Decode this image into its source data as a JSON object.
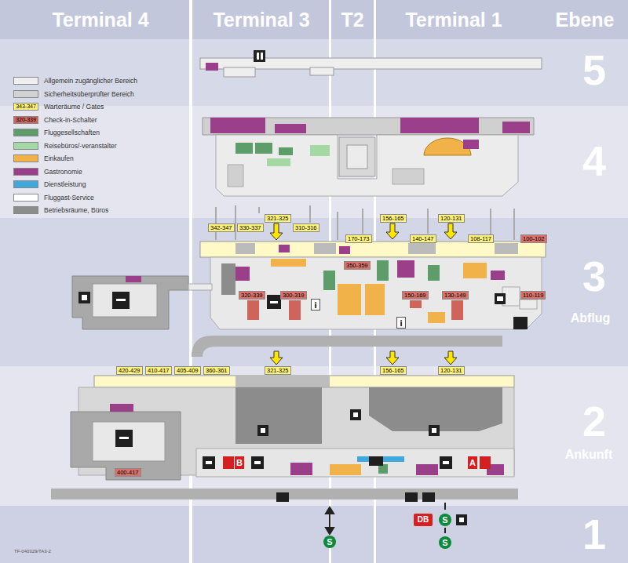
{
  "diagram": {
    "nodes": [
      {
        "text": [
          "5"
        ]
      },
      {
        "text": [
          "4"
        ]
      },
      {
        "text": [
          "3",
          "Abflug"
        ]
      },
      {
        "text": [
          "2",
          "Ankunft"
        ]
      },
      {
        "text": [
          "1"
        ]
      },
      {
        "text": [
          "342-347"
        ],
        "in": 2
      },
      {
        "text": [
          "330-337"
        ],
        "in": 2
      },
      {
        "text": [
          "321-325"
        ],
        "in": 2
      },
      {
        "text": [
          "310-316"
        ],
        "in": 2
      },
      {
        "text": [
          "170-173"
        ],
        "in": 2
      },
      {
        "text": [
          "156-165"
        ],
        "in": 2
      },
      {
        "text": [
          "140-147"
        ],
        "in": 2
      },
      {
        "text": [
          "120-131"
        ],
        "in": 2
      },
      {
        "text": [
          "108-117"
        ],
        "in": 2
      },
      {
        "text": [
          "100-102"
        ],
        "in": 2
      },
      {
        "text": [
          "350-359"
        ],
        "in": 2
      },
      {
        "text": [
          "320-339"
        ],
        "in": 2
      },
      {
        "text": [
          "300-319"
        ],
        "in": 2
      },
      {
        "text": [
          "150-169"
        ],
        "in": 2
      },
      {
        "text": [
          "130-149"
        ],
        "in": 2
      },
      {
        "text": [
          "110-119"
        ],
        "in": 2
      },
      {
        "text": [
          "420-429"
        ],
        "in": 3
      },
      {
        "text": [
          "410-417"
        ],
        "in": 3
      },
      {
        "text": [
          "405-409"
        ],
        "in": 3
      },
      {
        "text": [
          "360-361"
        ],
        "in": 3
      },
      {
        "text": [
          "321-325"
        ],
        "in": 3
      },
      {
        "text": [
          "156-165"
        ],
        "in": 3
      },
      {
        "text": [
          "120-131"
        ],
        "in": 3
      },
      {
        "text": [
          "400-417"
        ],
        "in": 3
      }
    ],
    "labels": [
      "Terminal 4",
      "Terminal 3",
      "T2",
      "Terminal 1",
      "Ebene",
      "343-347",
      "320-339",
      "B",
      "A",
      "DB",
      "S",
      "S",
      "S",
      "i",
      "i",
      "TF-040329/TA3-2"
    ],
    "legend": [
      {
        "text": "Allgemein zugänglicher Bereich",
        "color": "#efefef"
      },
      {
        "text": "Sicherheitsüberprüfter Bereich",
        "color": "#d2d2d2"
      },
      {
        "text": "Warteräume / Gates",
        "color": "#fff27a"
      },
      {
        "text": "Check-in-Schalter",
        "color": "#cf645b"
      },
      {
        "text": "Fluggesellschaften",
        "color": "#5c9d6a"
      },
      {
        "text": "Reisebüros/-veranstalter",
        "color": "#a4d8a4"
      },
      {
        "text": "Einkaufen",
        "color": "#f2b24a"
      },
      {
        "text": "Gastronomie",
        "color": "#9b3f8a"
      },
      {
        "text": "Dienstleistung",
        "color": "#3fa9dd"
      },
      {
        "text": "Fluggast-Service",
        "color": "#ffffff"
      },
      {
        "text": "Betriebsräume, Büros",
        "color": "#8c8c8c"
      }
    ]
  }
}
